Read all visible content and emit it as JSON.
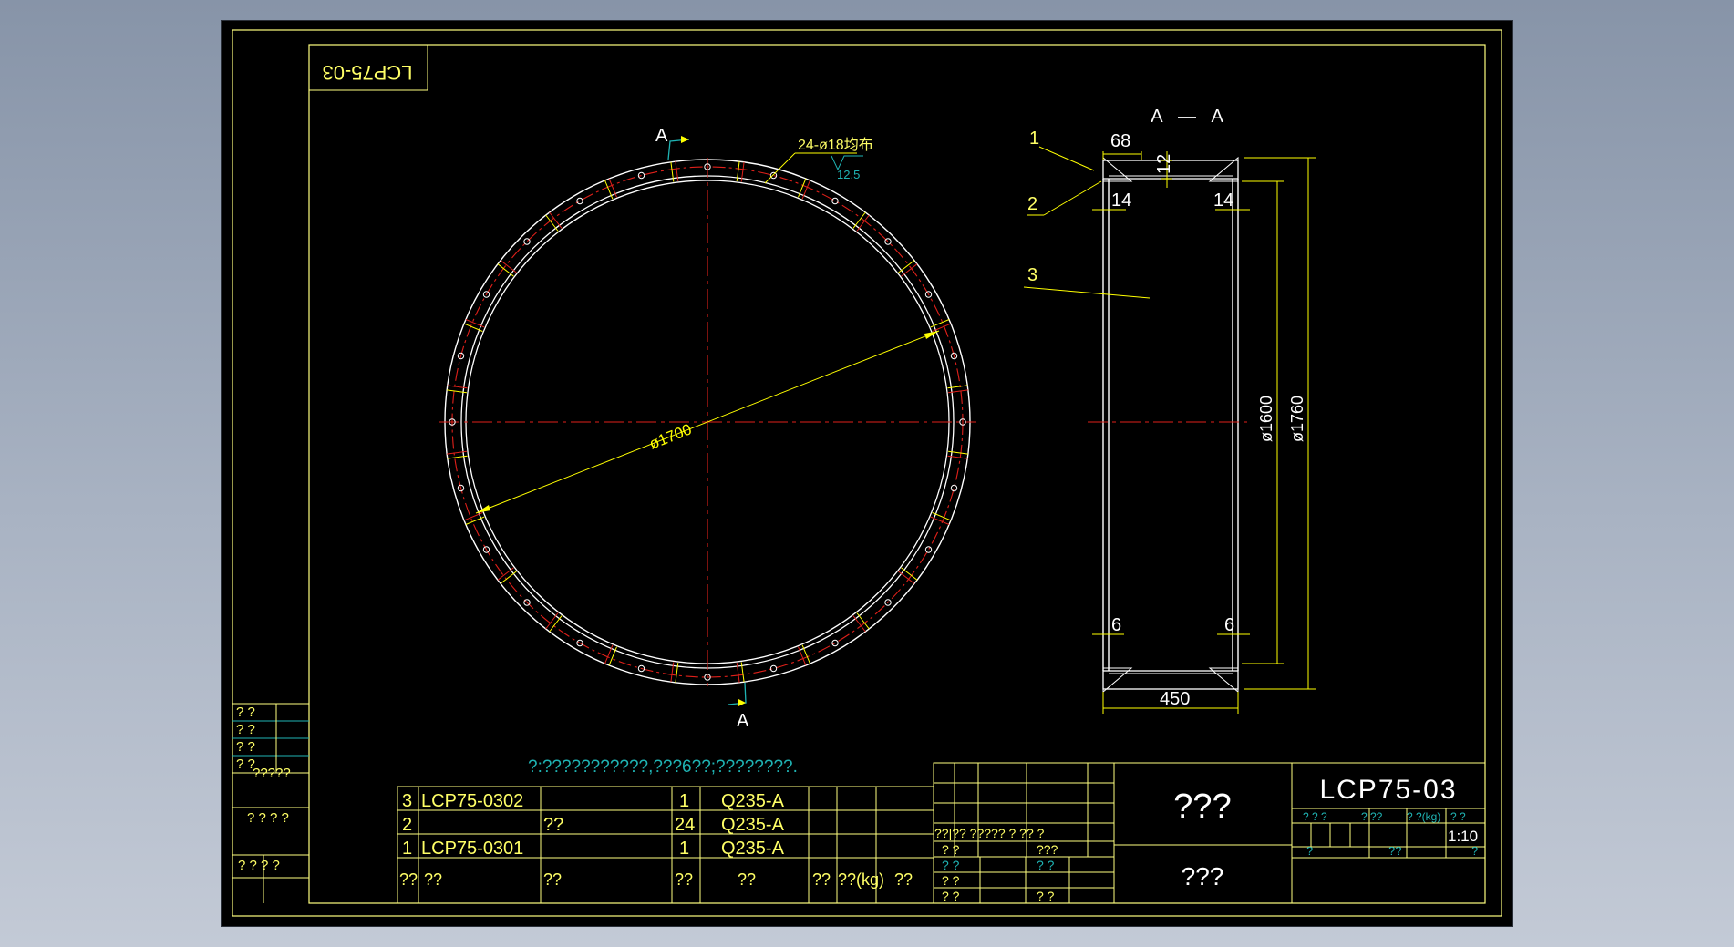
{
  "colors": {
    "background": "#000000",
    "frame": "#ffff7f",
    "part": "#ffffff",
    "center": "#e0201a",
    "dimension": "#ffff00",
    "note": "#1fb3b3",
    "table_text": "#ffff66"
  },
  "drawing": {
    "code_title": "LCP75-03",
    "code_rotated": "LCP75-03",
    "tech_note": "?:???????????,???6??;????????.",
    "title_big": "???",
    "title_sub": "???",
    "scale": "1:10",
    "weight_label": "? ?(kg)",
    "detail_marks": [
      "? ?",
      "? ?",
      "? ?",
      "? ?",
      "? ?",
      "? ?",
      "?",
      "??",
      "?",
      "??",
      "?"
    ]
  },
  "plan_view": {
    "diameter_label": "ø1700",
    "holes_note": "24-ø18均布",
    "roughness": "12.5",
    "section_mark_top": "A",
    "section_mark_bottom": "A"
  },
  "section_view": {
    "title": "A — A",
    "callouts": [
      "1",
      "2",
      "3"
    ],
    "dims": {
      "d68": "68",
      "d12": "12",
      "d14_left": "14",
      "d14_right": "14",
      "d6_left": "6",
      "d6_right": "6",
      "d450": "450",
      "d1600": "ø1600",
      "d1760": "ø1760"
    }
  },
  "bom": {
    "rows": [
      {
        "no": "3",
        "code": "LCP75-0302",
        "name": "",
        "qty": "1",
        "material": "Q235-A"
      },
      {
        "no": "2",
        "code": "",
        "name": "??",
        "qty": "24",
        "material": "Q235-A"
      },
      {
        "no": "1",
        "code": "LCP75-0301",
        "name": "",
        "qty": "1",
        "material": "Q235-A"
      }
    ],
    "header": [
      "??",
      "??",
      "??",
      "??",
      "??",
      "??",
      "??(kg)",
      "??"
    ]
  },
  "side_table": {
    "rows": [
      "? ?",
      "? ?",
      "? ?",
      "? ?",
      "?????"
    ],
    "bottom_rows": [
      "? ? ? ?",
      "? ? ?  ?"
    ]
  },
  "title_block": {
    "sign_row": "??|??  ?????  ?  ?? ?",
    "approval_rows": [
      "? ?",
      "? ?",
      "? ?",
      "? ?"
    ],
    "approval_mid": [
      "???",
      "? ?",
      "? ?"
    ],
    "scale_row": [
      "? ? ?",
      "? ??",
      "? ?(kg)",
      "? ?"
    ]
  }
}
